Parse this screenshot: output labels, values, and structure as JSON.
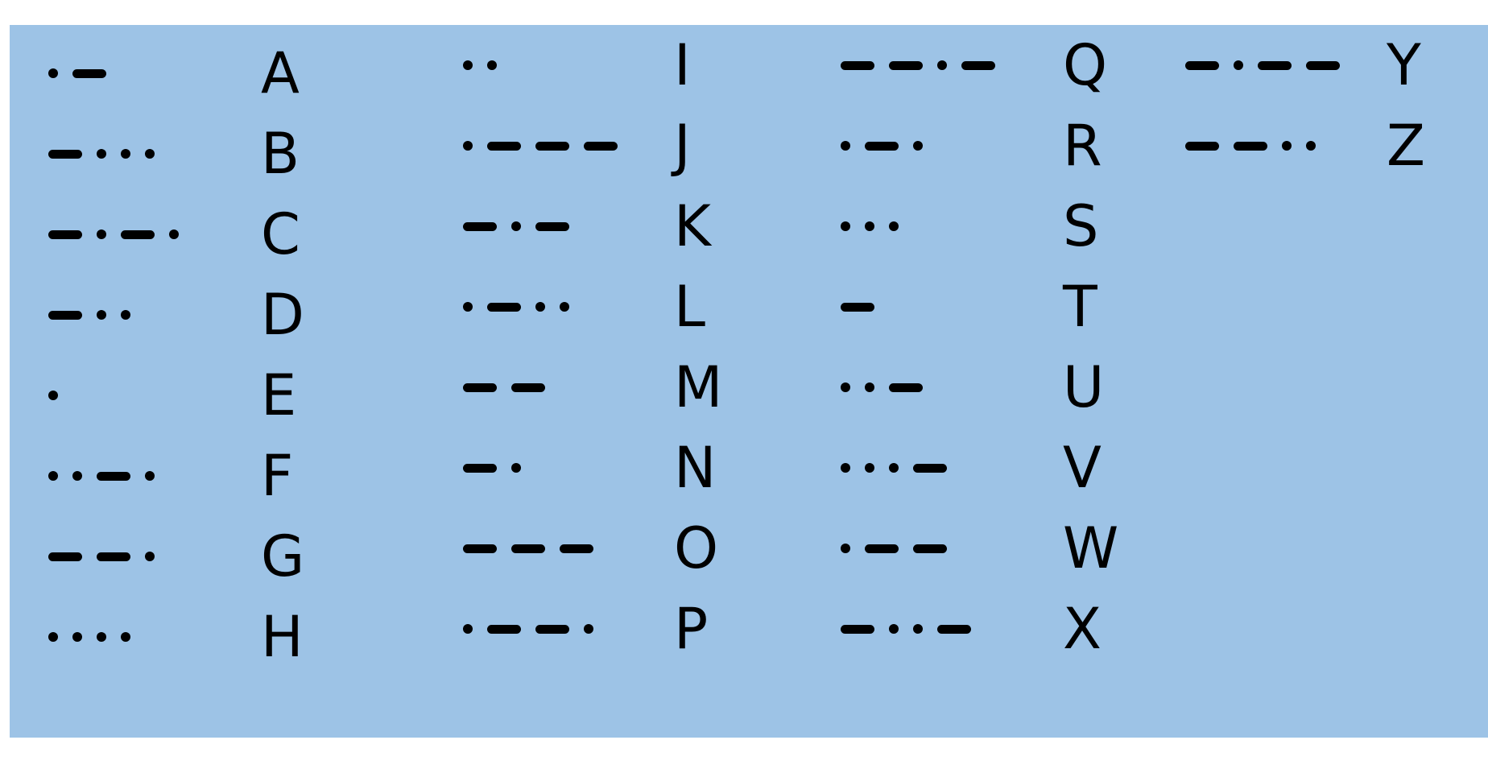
{
  "morse_table": {
    "columns": [
      {
        "rows": [
          {
            "code": ".-",
            "letter": "A"
          },
          {
            "code": "-...",
            "letter": "B"
          },
          {
            "code": "-.-.",
            "letter": "C"
          },
          {
            "code": "-..",
            "letter": "D"
          },
          {
            "code": ".",
            "letter": "E"
          },
          {
            "code": "..-.",
            "letter": "F"
          },
          {
            "code": "--.",
            "letter": "G"
          },
          {
            "code": "....",
            "letter": "H"
          }
        ]
      },
      {
        "rows": [
          {
            "code": "..",
            "letter": "I"
          },
          {
            "code": ".---",
            "letter": "J"
          },
          {
            "code": "-.-",
            "letter": "K"
          },
          {
            "code": ".-..",
            "letter": "L"
          },
          {
            "code": "--",
            "letter": "M"
          },
          {
            "code": "-.",
            "letter": "N"
          },
          {
            "code": "---",
            "letter": "O"
          },
          {
            "code": ".--.",
            "letter": "P"
          }
        ]
      },
      {
        "rows": [
          {
            "code": "--.-",
            "letter": "Q"
          },
          {
            "code": ".-.",
            "letter": "R"
          },
          {
            "code": "...",
            "letter": "S"
          },
          {
            "code": "-",
            "letter": "T"
          },
          {
            "code": "..-",
            "letter": "U"
          },
          {
            "code": "...-",
            "letter": "V"
          },
          {
            "code": ".--",
            "letter": "W"
          },
          {
            "code": "-..-",
            "letter": "X"
          }
        ]
      },
      {
        "rows": [
          {
            "code": "-.--",
            "letter": "Y"
          },
          {
            "code": "--..",
            "letter": "Z"
          }
        ]
      }
    ]
  },
  "colors": {
    "panel_background": "#9dc3e6",
    "symbol": "#000000",
    "page_background": "#ffffff"
  }
}
